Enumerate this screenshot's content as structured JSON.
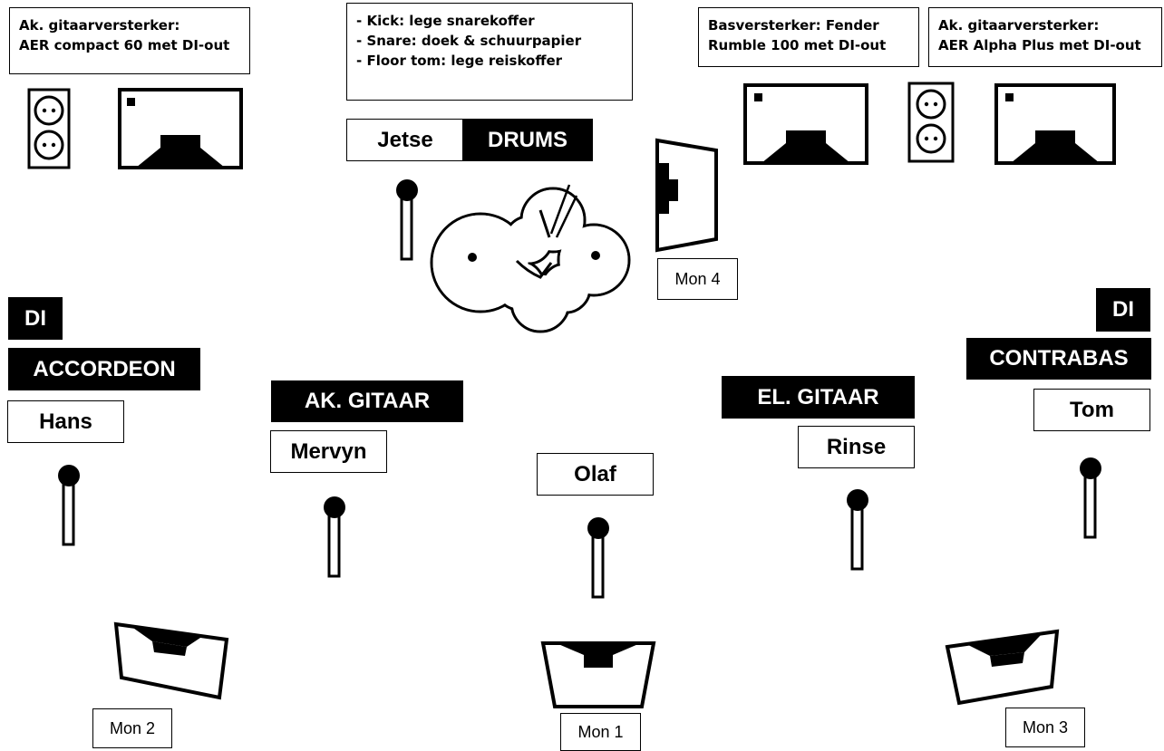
{
  "notes": {
    "amp_left": [
      "Ak. gitaarversterker:",
      "AER compact 60 met DI-out"
    ],
    "drums_notes": [
      "- Kick: lege snarekoffer",
      "- Snare: doek & schuurpapier",
      "- Floor tom: lege reiskoffer"
    ],
    "bass_amp": [
      "Basversterker: Fender",
      "Rumble 100 met DI-out"
    ],
    "amp_right": [
      "Ak. gitaarversterker:",
      "AER Alpha Plus met DI-out"
    ]
  },
  "labels": {
    "jetse": "Jetse",
    "drums": "DRUMS",
    "di_left": "DI",
    "accordeon": "ACCORDEON",
    "hans": "Hans",
    "ak_gitaar": "AK. GITAAR",
    "mervyn": "Mervyn",
    "olaf": "Olaf",
    "el_gitaar": "EL. GITAAR",
    "rinse": "Rinse",
    "di_right": "DI",
    "contrabas": "CONTRABAS",
    "tom": "Tom"
  },
  "monitors": {
    "mon1": "Mon 1",
    "mon2": "Mon 2",
    "mon3": "Mon 3",
    "mon4": "Mon 4"
  }
}
